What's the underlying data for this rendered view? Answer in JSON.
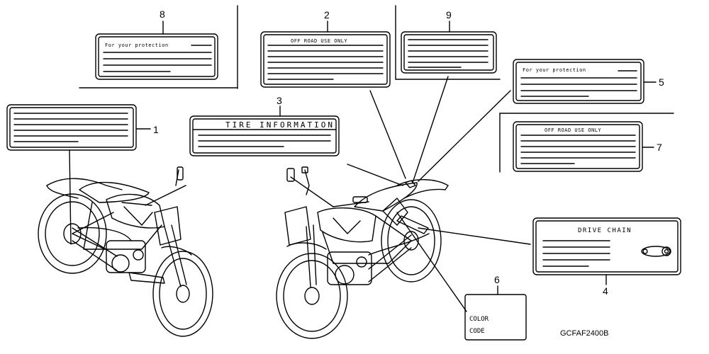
{
  "labels": [
    {
      "number": "1",
      "text": ""
    },
    {
      "number": "2",
      "text": "OFF ROAD USE ONLY"
    },
    {
      "number": "3",
      "text": "TIRE INFORMATION"
    },
    {
      "number": "4",
      "text": "DRIVE CHAIN"
    },
    {
      "number": "5",
      "text": "For your protection"
    },
    {
      "number": "6",
      "lines": [
        "COLOR",
        "CODE"
      ]
    },
    {
      "number": "7",
      "text": "OFF ROAD USE ONLY"
    },
    {
      "number": "8",
      "text": "For your protection"
    },
    {
      "number": "9",
      "text": ""
    }
  ],
  "reference_code": "GCFAF2400B"
}
